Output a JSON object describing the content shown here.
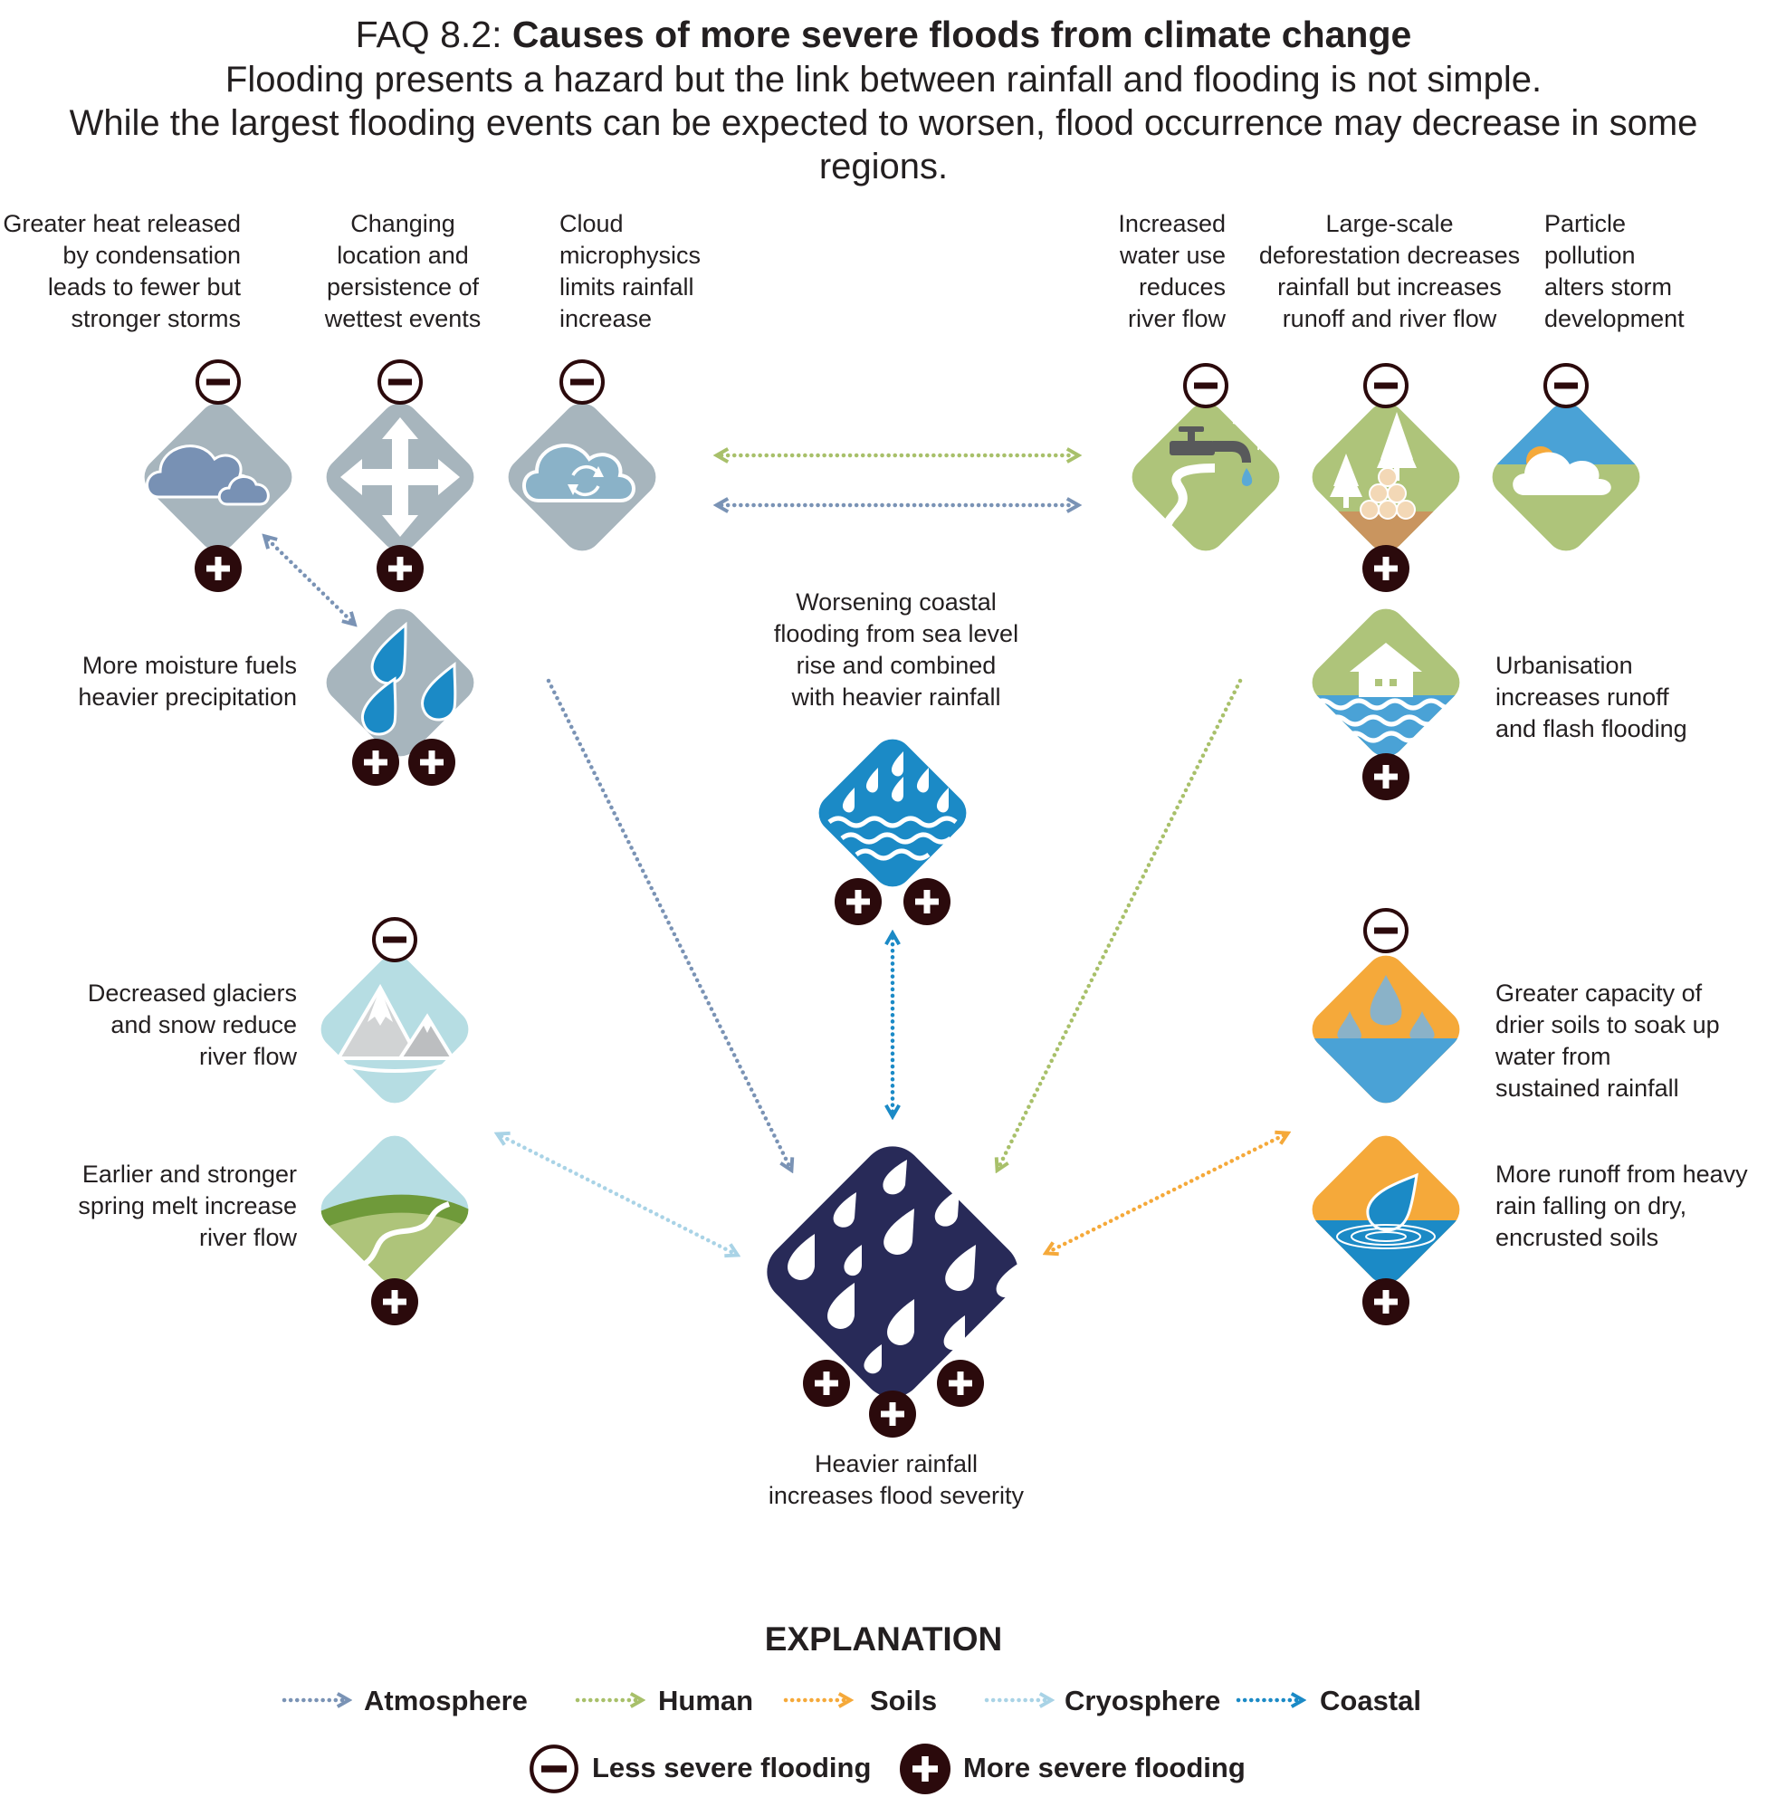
{
  "header": {
    "faq_prefix": "FAQ 8.2:",
    "faq_title": "Causes of more severe floods from climate change",
    "subtitle_line1": "Flooding presents a hazard but the link between rainfall and flooding is not simple.",
    "subtitle_line2": "While the largest flooding events can be expected to worsen, flood occurrence may decrease in some regions."
  },
  "colors": {
    "atmosphere": "#7a93b5",
    "human": "#a8c06a",
    "soils": "#f5a93a",
    "cryosphere": "#a9d3e6",
    "coastal": "#1b8ac6",
    "tile_grey": "#a7b5bd",
    "tile_green": "#aec47a",
    "tile_ice": "#b6dde3",
    "center_tile": "#282a58",
    "sign_dark": "#2b0a0c"
  },
  "nodes": {
    "heat_condensation": {
      "label": "Greater heat released\nby condensation\nleads to fewer but\nstronger storms",
      "icon": "cloud-icon"
    },
    "changing_location": {
      "label": "Changing\nlocation and\npersistence of\nwettest events",
      "icon": "arrows-icon"
    },
    "cloud_microphysics": {
      "label": "Cloud\nmicrophysics\nlimits rainfall\nincrease",
      "icon": "cloud-cycle-icon"
    },
    "water_use": {
      "label": "Increased\nwater use\nreduces\nriver flow",
      "icon": "tap-icon"
    },
    "deforestation": {
      "label": "Large-scale\ndeforestation decreases\nrainfall but increases\nrunoff and river flow",
      "icon": "logs-trees-icon"
    },
    "particle_pollution": {
      "label": "Particle\npollution\nalters storm\ndevelopment",
      "icon": "sun-cloud-icon"
    },
    "moisture": {
      "label": "More moisture fuels\nheavier precipitation",
      "icon": "raindrops-icon"
    },
    "coastal": {
      "label": "Worsening coastal\nflooding from sea level\nrise and combined\nwith heavier rainfall",
      "icon": "rain-waves-icon"
    },
    "urbanisation": {
      "label": "Urbanisation\nincreases runoff\nand flash flooding",
      "icon": "house-waves-icon"
    },
    "glaciers": {
      "label": "Decreased glaciers\nand snow reduce\nriver flow",
      "icon": "mountains-icon"
    },
    "spring_melt": {
      "label": "Earlier and stronger\nspring melt increase\nriver flow",
      "icon": "hill-river-icon"
    },
    "dry_soils": {
      "label": "Greater capacity of\ndrier soils to soak up\nwater from\nsustained rainfall",
      "icon": "soil-drops-icon"
    },
    "runoff": {
      "label": "More runoff from heavy\nrain falling on dry,\nencrusted soils",
      "icon": "drop-splash-icon"
    },
    "heavier_rainfall": {
      "label": "Heavier rainfall\nincreases flood severity",
      "icon": "heavy-rain-icon"
    }
  },
  "legend": {
    "title": "EXPLANATION",
    "categories": [
      "Atmosphere",
      "Human",
      "Soils",
      "Cryosphere",
      "Coastal"
    ],
    "less_severe": "Less severe flooding",
    "more_severe": "More severe flooding"
  }
}
